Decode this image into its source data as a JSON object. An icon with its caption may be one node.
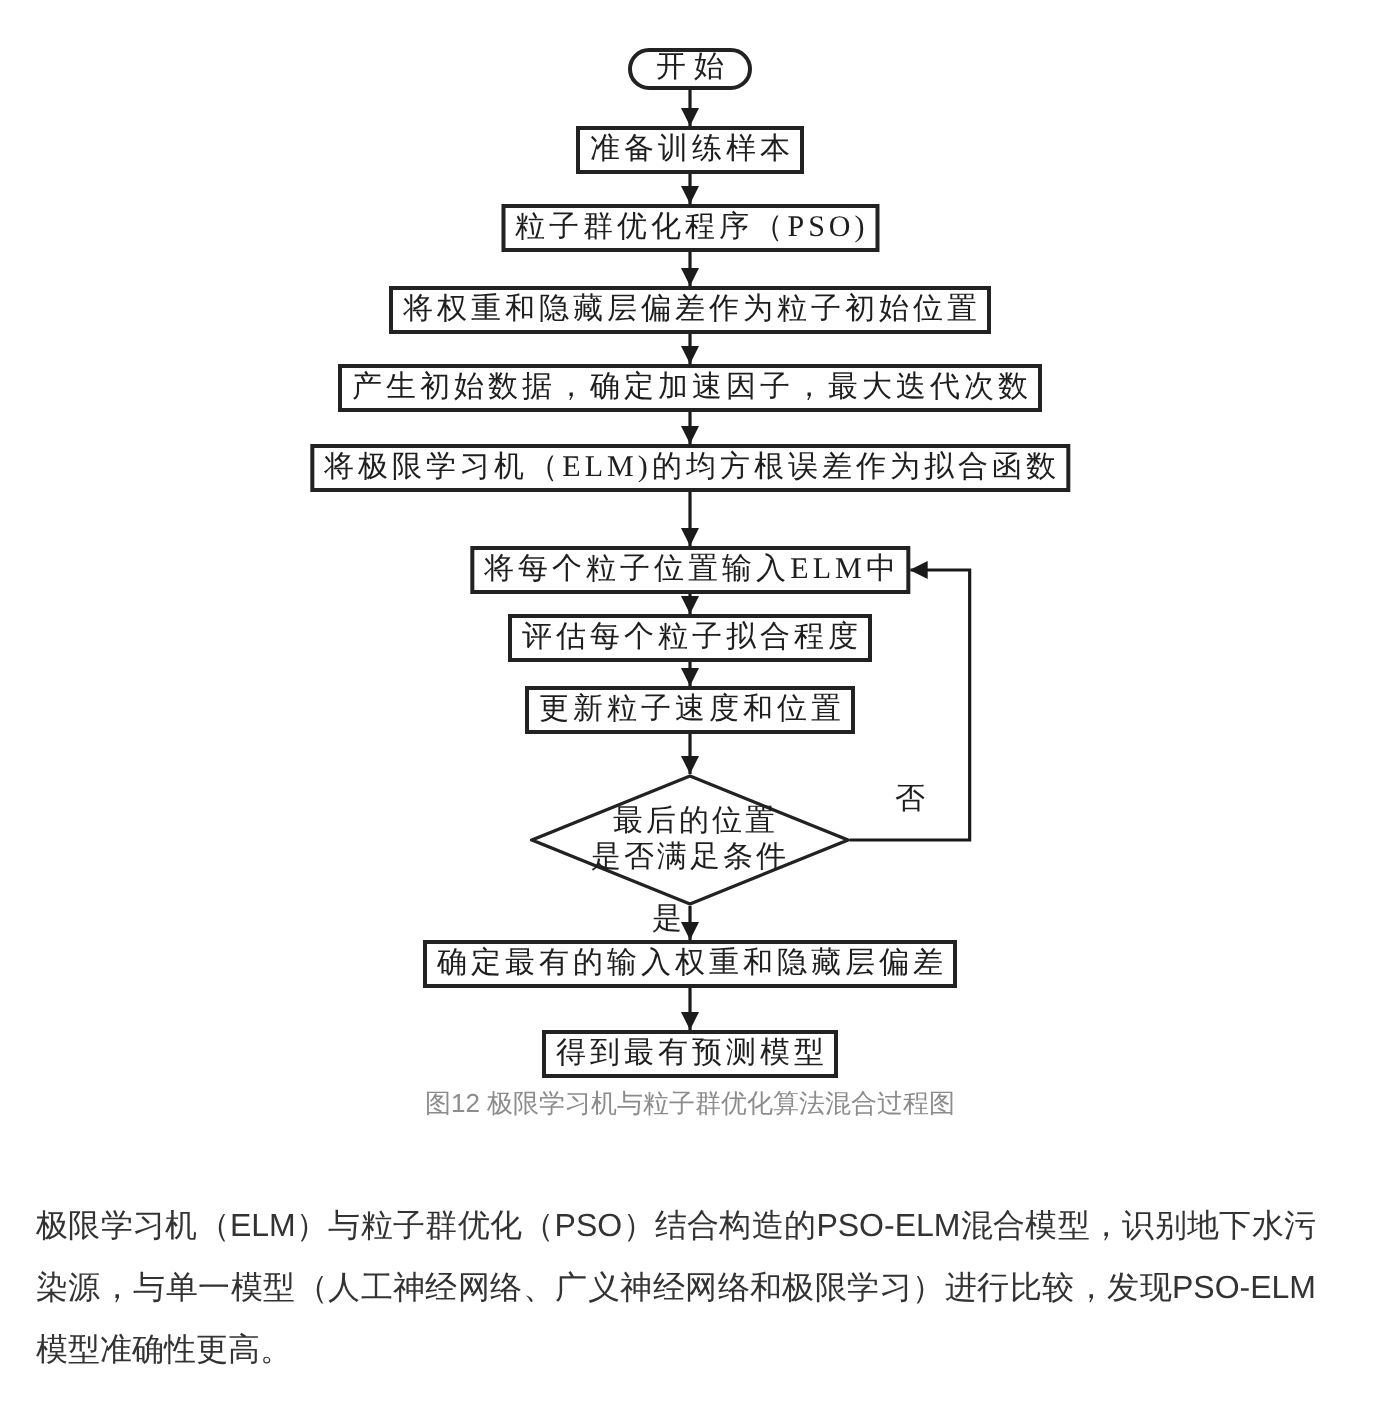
{
  "diagram": {
    "caption": "图12 极限学习机与粒子群优化算法混合过程图",
    "nodes": [
      {
        "text": [
          "开始"
        ]
      },
      {
        "text": [
          "准备训练样本"
        ]
      },
      {
        "text": [
          "粒子群优化程序（PSO)"
        ]
      },
      {
        "text": [
          "将权重和隐藏层偏差作为粒子初始位置"
        ]
      },
      {
        "text": [
          "产生初始数据，确定加速因子，最大迭代次数"
        ]
      },
      {
        "text": [
          "将极限学习机（ELM)的均方根误差作为拟合函数"
        ]
      },
      {
        "text": [
          "将每个粒子位置输入ELM中"
        ]
      },
      {
        "text": [
          "评估每个粒子拟合程度"
        ]
      },
      {
        "text": [
          "更新粒子速度和位置"
        ]
      },
      {
        "text": [
          "最后的位置是否满足条件"
        ]
      },
      {
        "text": [
          "确定最有的输入权重和隐藏层偏差"
        ]
      },
      {
        "text": [
          "得到最有预测模型"
        ]
      }
    ],
    "edges": [
      {
        "from": 0,
        "to": 1,
        "arrow": "to"
      },
      {
        "from": 1,
        "to": 2,
        "arrow": "to"
      },
      {
        "from": 2,
        "to": 3,
        "arrow": "to"
      },
      {
        "from": 3,
        "to": 4,
        "arrow": "to"
      },
      {
        "from": 4,
        "to": 5,
        "arrow": "to"
      },
      {
        "from": 5,
        "to": 6,
        "arrow": "to"
      },
      {
        "from": 6,
        "to": 7,
        "arrow": "to"
      },
      {
        "from": 7,
        "to": 8,
        "arrow": "to"
      },
      {
        "from": 8,
        "to": 9,
        "arrow": "to"
      },
      {
        "from": 9,
        "to": 10,
        "arrow": "to",
        "label": "是"
      },
      {
        "from": 9,
        "to": 6,
        "arrow": "to",
        "label": "否"
      },
      {
        "from": 10,
        "to": 11,
        "arrow": "to"
      }
    ],
    "labels": [
      "极限学习机（ELM）与粒子群优化（PSO）结合构造的PSO-ELM混合模型，识别地下水污染源，与单一模型（人工神经网络、广义神经网络和极限学习）进行比较，发现PSO-ELM模型准确性更高。"
    ]
  }
}
